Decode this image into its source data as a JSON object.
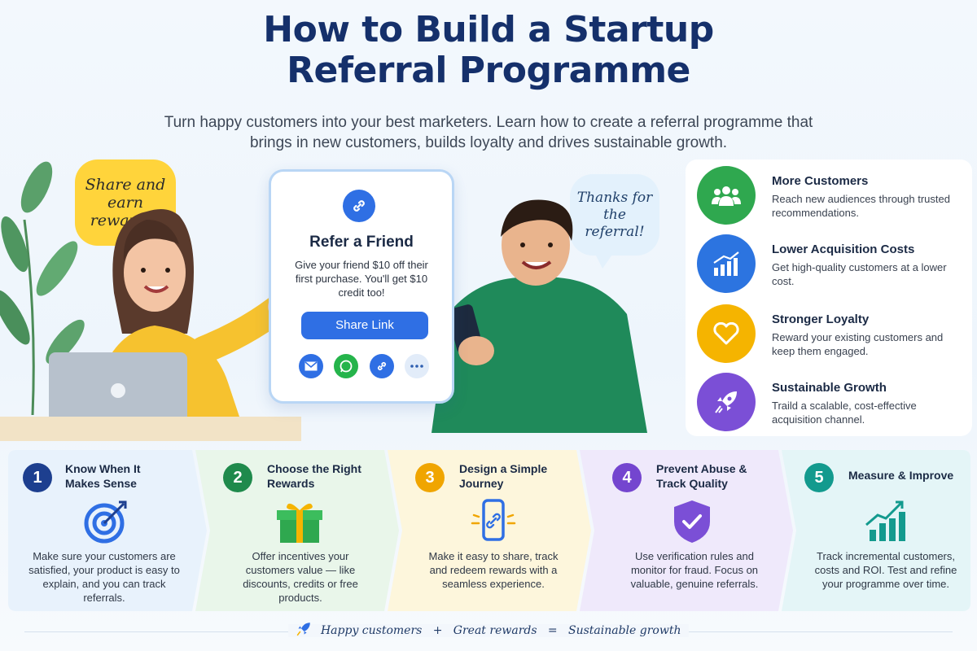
{
  "header": {
    "title_line1": "How to Build a Startup",
    "title_line2": "Referral Programme",
    "subtitle": "Turn happy customers into your best marketers. Learn how to create a referral programme that brings in new customers, builds loyalty and drives sustainable growth."
  },
  "bubbles": {
    "share": "Share and earn rewards!",
    "thanks": "Thanks for the referral!"
  },
  "referral_card": {
    "title": "Refer a Friend",
    "text": "Give your friend $10 off their first purchase. You'll get $10 credit too!",
    "share_button": "Share Link",
    "share_icons": [
      "email-icon",
      "whatsapp-icon",
      "link-icon",
      "more-icon"
    ]
  },
  "benefits": [
    {
      "title": "More Customers",
      "desc": "Reach new audiences through trusted recommendations.",
      "icon": "people-icon",
      "color": "#2fa84f"
    },
    {
      "title": "Lower Acquisition Costs",
      "desc": "Get high-quality customers at a lower cost.",
      "icon": "growth-chart-icon",
      "color": "#2c74e0"
    },
    {
      "title": "Stronger Loyalty",
      "desc": "Reward your existing customers and keep them engaged.",
      "icon": "heart-icon",
      "color": "#f5b400"
    },
    {
      "title": "Sustainable Growth",
      "desc": "Traild a scalable, cost-effective acquisition channel.",
      "icon": "rocket-icon",
      "color": "#7b4fd6"
    }
  ],
  "steps": [
    {
      "num": "1",
      "title": "Know When It Makes Sense",
      "desc": "Make sure your customers are satisfied, your product is easy to explain, and you can track referrals.",
      "icon": "target-icon",
      "color": "#1d3f8f",
      "bg": "#e8f2fc"
    },
    {
      "num": "2",
      "title": "Choose the Right Rewards",
      "desc": "Offer incentives your customers value — like discounts, credits or free products.",
      "icon": "gift-icon",
      "color": "#1f8a4c",
      "bg": "#e9f6ea"
    },
    {
      "num": "3",
      "title": "Design a Simple Journey",
      "desc": "Make it easy to share, track and redeem rewards with a seamless experience.",
      "icon": "phone-link-icon",
      "color": "#f0a500",
      "bg": "#fdf6dc"
    },
    {
      "num": "4",
      "title": "Prevent Abuse & Track Quality",
      "desc": "Use verification rules and monitor for fraud. Focus on valuable, genuine referrals.",
      "icon": "shield-check-icon",
      "color": "#7445cf",
      "bg": "#efe9fb"
    },
    {
      "num": "5",
      "title": "Measure & Improve",
      "desc": "Track incremental customers, costs and ROI. Test and refine your programme over time.",
      "icon": "bar-chart-icon",
      "color": "#139a8e",
      "bg": "#e4f5f7"
    }
  ],
  "footer": {
    "part1": "Happy customers",
    "op1": "+",
    "part2": "Great rewards",
    "op2": "=",
    "part3": "Sustainable growth"
  }
}
